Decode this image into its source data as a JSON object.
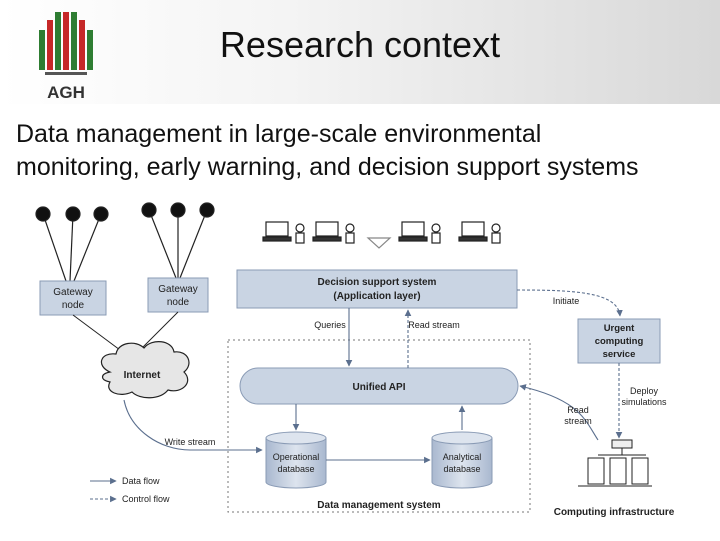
{
  "slide": {
    "logo_text": "AGH",
    "title": "Research context",
    "subtitle_line1": "Data management in large-scale environmental",
    "subtitle_line2": "monitoring, early warning, and decision support systems"
  },
  "diagram": {
    "gateway_left": [
      "Gateway",
      "node"
    ],
    "gateway_right": [
      "Gateway",
      "node"
    ],
    "internet": "Internet",
    "dss": [
      "Decision support system",
      "(Application layer)"
    ],
    "unified_api": "Unified API",
    "operational_db": [
      "Operational",
      "database"
    ],
    "analytical_db": [
      "Analytical",
      "database"
    ],
    "dms": "Data management system",
    "urgent": [
      "Urgent",
      "computing",
      "service"
    ],
    "computing_infra": "Computing infrastructure",
    "queries": "Queries",
    "read_stream_top": "Read stream",
    "initiate": "Initiate",
    "deploy": [
      "Deploy",
      "simulations"
    ],
    "read_stream_right": [
      "Read",
      "stream"
    ],
    "write_stream": "Write stream",
    "legend_data_flow": "Data flow",
    "legend_control_flow": "Control flow"
  },
  "colors": {
    "logo_green": "#2e7d32",
    "logo_red": "#c62828",
    "box_fill": "#c9d4e3",
    "box_stroke": "#8a9bb5",
    "arrow": "#5b6f8e"
  }
}
